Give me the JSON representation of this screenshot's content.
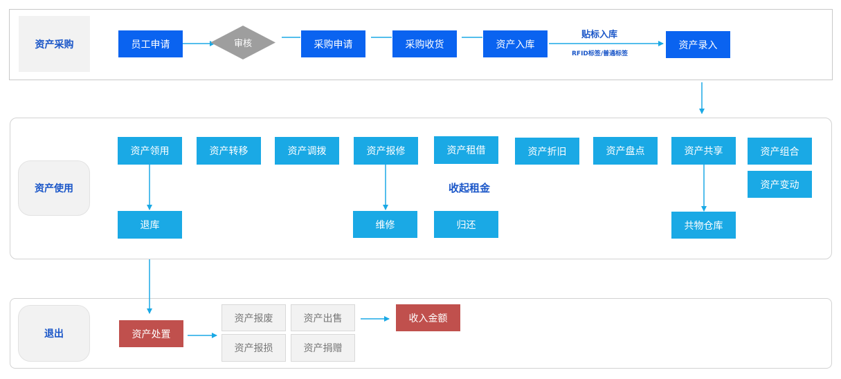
{
  "stages": {
    "procure": "资产采购",
    "use": "资产使用",
    "exit": "退出"
  },
  "procure": {
    "employee_request": "员工申请",
    "review": "审核",
    "purchase_request": "采购申请",
    "purchase_receive": "采购收货",
    "asset_stock_in": "资产入库",
    "label_stock_in": "贴标入库",
    "label_types": "RFID标签/普通标签",
    "asset_entry": "资产录入"
  },
  "use": {
    "receive": "资产领用",
    "transfer": "资产转移",
    "allocate": "资产调拨",
    "repair_report": "资产报修",
    "lease": "资产租借",
    "depreciation": "资产折旧",
    "inventory": "资产盘点",
    "share": "资产共享",
    "combine": "资产组合",
    "change": "资产变动",
    "return_stock": "退库",
    "maintain": "维修",
    "give_back": "归还",
    "shared_warehouse": "共物仓库",
    "collect_rent": "收起租金"
  },
  "exit": {
    "disposal": "资产处置",
    "scrap": "资产报废",
    "sell": "资产出售",
    "damage": "资产报损",
    "donate": "资产捐赠",
    "income_amount": "收入金额"
  },
  "colors": {
    "primary_blue": "#0a63f0",
    "light_blue": "#1aa9e5",
    "disposal_red": "#c0504d",
    "review_grey": "#9e9e9e",
    "connector": "#1aa9e5"
  }
}
